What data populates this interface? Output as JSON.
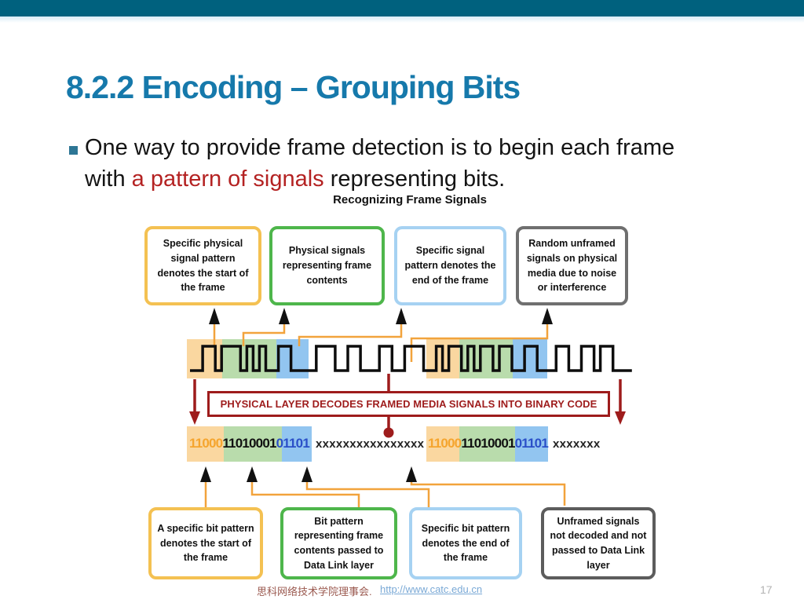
{
  "slide": {
    "title": "8.2.2 Encoding – Grouping Bits",
    "bullet": {
      "pre": "One way to provide frame detection is to begin each frame with ",
      "highlight": "a pattern of signals",
      "post": " representing bits."
    },
    "footer": {
      "org": "思科网络技术学院理事会.",
      "link": "http://www.catc.edu.cn"
    },
    "page_number": "17",
    "colors": {
      "header_bar": "#00617e",
      "title": "#1679ab",
      "highlight": "#b42222"
    }
  },
  "diagram": {
    "title": "Recognizing Frame Signals",
    "top_boxes": [
      {
        "label": "Specific physical signal pattern denotes the start of the frame",
        "border": "yellow"
      },
      {
        "label": "Physical signals representing frame contents",
        "border": "green"
      },
      {
        "label": "Specific signal pattern denotes the end of the frame",
        "border": "blue"
      },
      {
        "label": "Random unframed signals on physical media due to noise or interference",
        "border": "gray"
      }
    ],
    "bottom_boxes": [
      {
        "label": "A specific bit pattern denotes the start of the frame",
        "border": "yellow"
      },
      {
        "label": "Bit pattern representing frame contents passed to Data Link layer",
        "border": "green"
      },
      {
        "label": "Specific bit pattern denotes the end of the frame",
        "border": "blue"
      },
      {
        "label": "Unframed signals not decoded and not passed to Data Link layer",
        "border": "gray"
      }
    ],
    "banner": "PHYSICAL LAYER DECODES FRAMED MEDIA SIGNALS INTO BINARY CODE",
    "binary": {
      "frame": [
        {
          "text": "11000",
          "color": "orange"
        },
        {
          "text": "11010001",
          "color": "black"
        },
        {
          "text": "01101",
          "color": "blue"
        }
      ],
      "noise1": "xxxxxxxxxxxxxxxx",
      "noise2": "xxxxxxx"
    },
    "wave_bits": "0011011101010011000011100110001100111001011010110110011000110011011000",
    "colors": {
      "block_orange": "#fad7a0",
      "block_green": "#b9dcac",
      "block_blue": "#92c5f0",
      "connector_orange": "#f2a33c",
      "dark_red": "#9e1c1c",
      "wave": "#0d0d0d"
    }
  }
}
